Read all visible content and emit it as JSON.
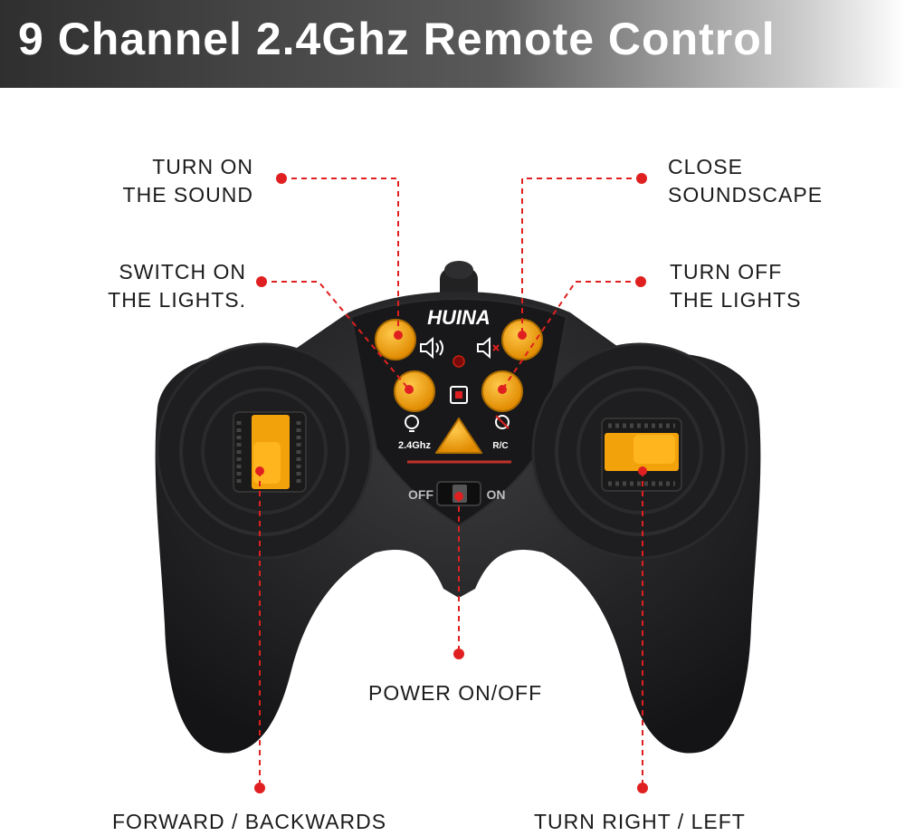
{
  "header": {
    "title": "9 Channel 2.4Ghz Remote Control"
  },
  "callouts": {
    "sound_on": {
      "line1": "TURN ON",
      "line2": "THE SOUND"
    },
    "sound_off": {
      "line1": "CLOSE",
      "line2": "SOUNDSCAPE"
    },
    "lights_on": {
      "line1": "SWITCH ON",
      "line2": "THE LIGHTS."
    },
    "lights_off": {
      "line1": "TURN OFF",
      "line2": "THE LIGHTS"
    },
    "power": "POWER ON/OFF",
    "forward_backward": "FORWARD / BACKWARDS",
    "turn": "TURN RIGHT / LEFT"
  },
  "controller": {
    "brand": "HUINA",
    "frequency": "2.4Ghz",
    "rc_label": "R/C",
    "switch_off": "OFF",
    "switch_on": "ON"
  },
  "colors": {
    "callout_line": "#e02020",
    "button": "#f2a20a",
    "body": "#1c1c1e"
  }
}
